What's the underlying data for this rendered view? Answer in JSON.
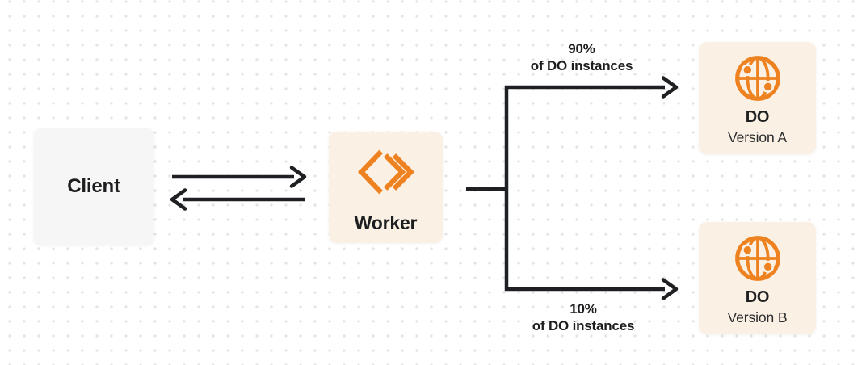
{
  "diagram": {
    "client": {
      "label": "Client"
    },
    "worker": {
      "label": "Worker",
      "icon": "cloudflare-workers-icon"
    },
    "routes": {
      "top": {
        "percent": "90%",
        "caption": "of DO instances"
      },
      "bottom": {
        "percent": "10%",
        "caption": "of DO instances"
      }
    },
    "do_a": {
      "title": "DO",
      "subtitle": "Version A",
      "icon": "globe-icon"
    },
    "do_b": {
      "title": "DO",
      "subtitle": "Version B",
      "icon": "globe-icon"
    },
    "colors": {
      "accent_orange": "#ee8220",
      "node_cream": "#faf0e3",
      "node_gray": "#f6f6f7",
      "line_dark": "#1f2023",
      "grid_dot": "#e4e4e6"
    }
  }
}
